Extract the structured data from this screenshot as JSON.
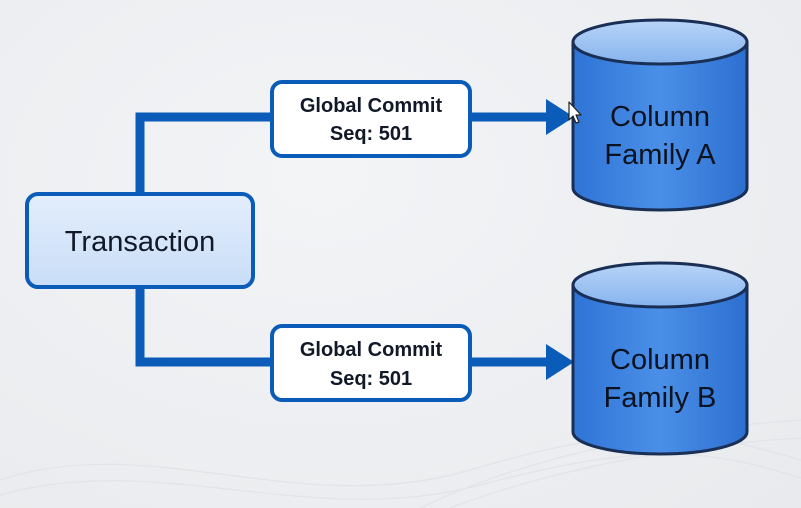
{
  "transaction": {
    "label": "Transaction"
  },
  "connections": [
    {
      "line1": "Global Commit",
      "line2": "Seq: 501"
    },
    {
      "line1": "Global Commit",
      "line2": "Seq: 501"
    }
  ],
  "stores": [
    {
      "line1": "Column",
      "line2": "Family A"
    },
    {
      "line1": "Column",
      "line2": "Family B"
    }
  ],
  "colors": {
    "connector": "#0a5cb8",
    "box_border": "#0a5cb8",
    "transaction_fill": "#d6e6fb",
    "label_fill": "#ffffff",
    "cylinder_fill": "#3f86e3",
    "cylinder_top": "#8fbcf2",
    "cylinder_border": "#1a2f55"
  },
  "icons": {
    "cursor": "pointer-cursor-icon"
  }
}
